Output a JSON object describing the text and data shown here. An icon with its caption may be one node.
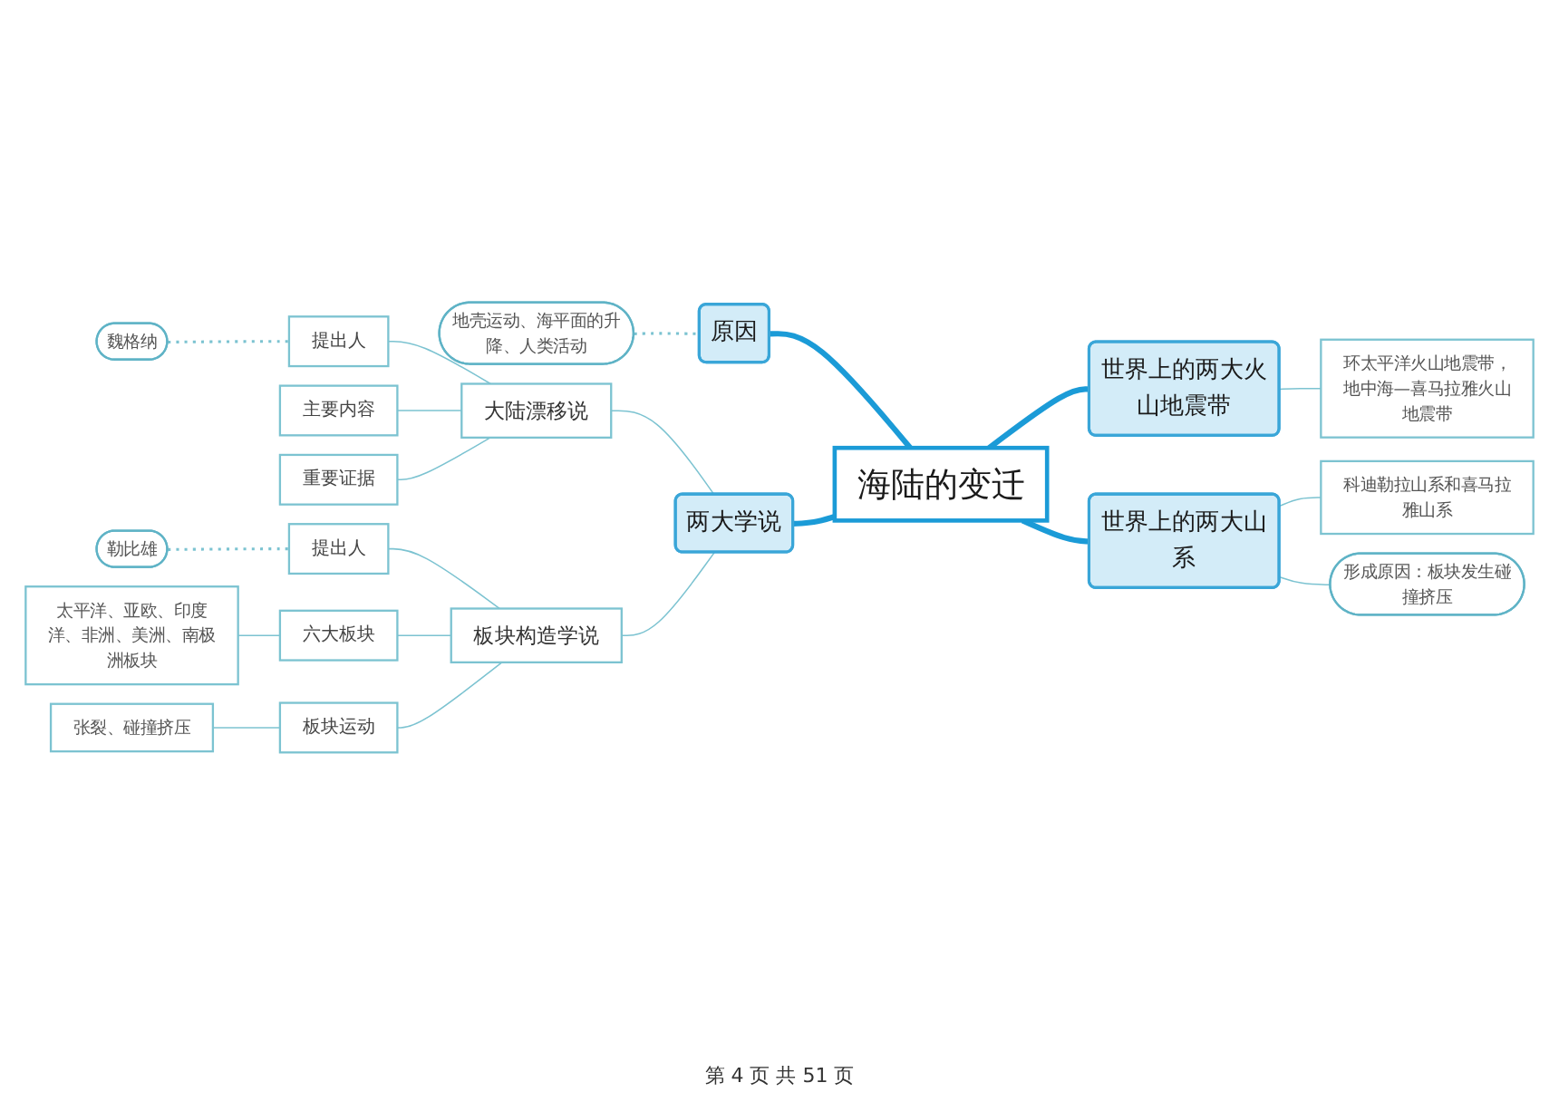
{
  "diagram": {
    "nodes": [
      {
        "text": [
          "地壳运动、海平面的升降、人类活动"
        ]
      },
      {
        "text": [
          "原因"
        ]
      },
      {
        "text": [
          "环太平洋火山地震带，地中海—喜马拉雅火山地震带"
        ]
      },
      {
        "text": [
          "海陆的变迁"
        ]
      },
      {
        "text": [
          "世界上的两大火山地震带"
        ]
      },
      {
        "text": [
          "魏格纳"
        ]
      },
      {
        "text": [
          "提出人"
        ]
      },
      {
        "text": [
          "主要内容"
        ]
      },
      {
        "text": [
          "大陆漂移说"
        ]
      },
      {
        "text": [
          "重要证据"
        ]
      },
      {
        "text": [
          "两大学说"
        ]
      },
      {
        "text": [
          "世界上的两大山系"
        ]
      },
      {
        "text": [
          "科迪勒拉山系和喜马拉雅山系"
        ]
      },
      {
        "text": [
          "勒比雄"
        ]
      },
      {
        "text": [
          "提出人"
        ]
      },
      {
        "text": [
          "太平洋、亚欧、印度洋、非洲、美洲、南极洲板块"
        ]
      },
      {
        "text": [
          "六大板块"
        ]
      },
      {
        "text": [
          "板块构造学说"
        ]
      },
      {
        "text": [
          "形成原因：板块发生碰撞挤压"
        ]
      },
      {
        "text": [
          "张裂、碰撞挤压"
        ]
      },
      {
        "text": [
          "板块运动"
        ]
      }
    ],
    "edges": [
      {
        "from": 3,
        "to": 1,
        "arrow": "none",
        "style": "thick",
        "color": "#1b9bd7"
      },
      {
        "from": 1,
        "to": 0,
        "arrow": "none",
        "style": "dashed"
      },
      {
        "from": 3,
        "to": 4,
        "arrow": "none",
        "style": "thick",
        "color": "#1b9bd7"
      },
      {
        "from": 4,
        "to": 2,
        "arrow": "none"
      },
      {
        "from": 3,
        "to": 10,
        "arrow": "none",
        "style": "thick",
        "color": "#1b9bd7"
      },
      {
        "from": 3,
        "to": 11,
        "arrow": "none",
        "style": "thick",
        "color": "#1b9bd7"
      },
      {
        "from": 10,
        "to": 8,
        "arrow": "none"
      },
      {
        "from": 10,
        "to": 17,
        "arrow": "none"
      },
      {
        "from": 8,
        "to": 6,
        "arrow": "none"
      },
      {
        "from": 8,
        "to": 7,
        "arrow": "none"
      },
      {
        "from": 8,
        "to": 9,
        "arrow": "none"
      },
      {
        "from": 6,
        "to": 5,
        "arrow": "none",
        "style": "dashed"
      },
      {
        "from": 17,
        "to": 14,
        "arrow": "none"
      },
      {
        "from": 17,
        "to": 16,
        "arrow": "none"
      },
      {
        "from": 17,
        "to": 20,
        "arrow": "none"
      },
      {
        "from": 14,
        "to": 13,
        "arrow": "none",
        "style": "dashed"
      },
      {
        "from": 16,
        "to": 15,
        "arrow": "none"
      },
      {
        "from": 20,
        "to": 19,
        "arrow": "none"
      },
      {
        "from": 11,
        "to": 12,
        "arrow": "none"
      },
      {
        "from": 11,
        "to": 18,
        "arrow": "none"
      }
    ],
    "labels": [
      "第 4 页 共 51 页"
    ]
  }
}
